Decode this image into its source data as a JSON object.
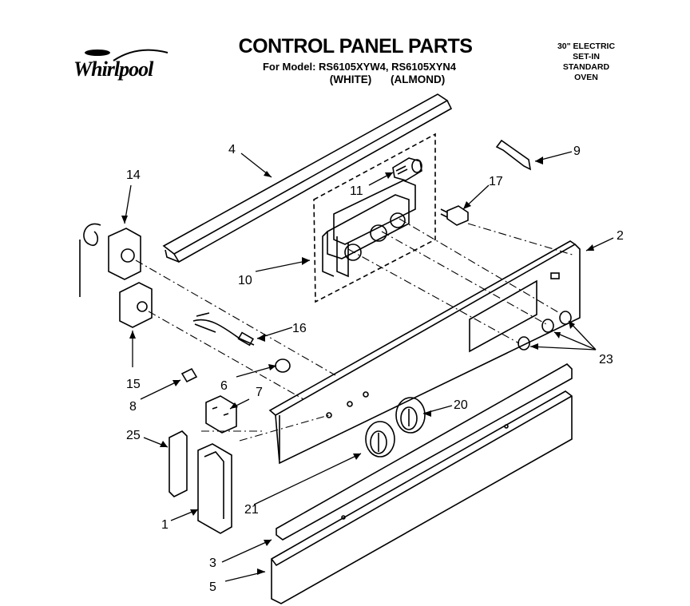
{
  "header": {
    "brand": "Whirlpool",
    "title": "CONTROL PANEL PARTS",
    "model_line": "For Model: RS6105XYW4, RS6105XYN4",
    "color_white": "(WHITE)",
    "color_almond": "(ALMOND)",
    "oven_type": [
      "30\" ELECTRIC",
      "SET-IN",
      "STANDARD",
      "OVEN"
    ]
  },
  "callouts": [
    {
      "label": "1"
    },
    {
      "label": "2"
    },
    {
      "label": "3"
    },
    {
      "label": "4"
    },
    {
      "label": "5"
    },
    {
      "label": "6"
    },
    {
      "label": "7"
    },
    {
      "label": "8"
    },
    {
      "label": "9"
    },
    {
      "label": "10"
    },
    {
      "label": "11"
    },
    {
      "label": "14"
    },
    {
      "label": "15"
    },
    {
      "label": "16"
    },
    {
      "label": "17"
    },
    {
      "label": "20"
    },
    {
      "label": "21"
    },
    {
      "label": "23"
    },
    {
      "label": "25"
    }
  ]
}
